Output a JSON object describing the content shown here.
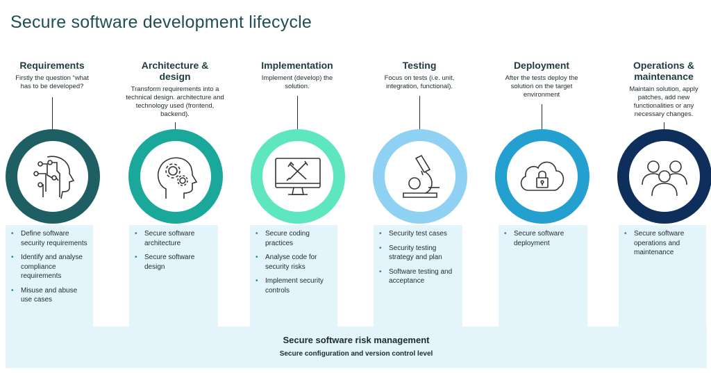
{
  "title": "Secure software development lifecycle",
  "stages": [
    {
      "name": "Requirements",
      "description": "Firstly the question “what has to be developed?",
      "ring_color": "#1e5f63",
      "dot_color": "#2fb3a8",
      "icon": "ai-head-icon",
      "items": [
        "Define software security requirements",
        "Identify and analyse compliance requirements",
        "Misuse and abuse use cases"
      ]
    },
    {
      "name": "Architecture & design",
      "description": "Transform requirements into a technical design. architecture and technology used (frontend, backend).",
      "ring_color": "#1aa89b",
      "dot_color": "#1aa89b",
      "icon": "head-gears-icon",
      "items": [
        "Secure software architecture",
        "Secure software design"
      ]
    },
    {
      "name": "Implementation",
      "description": "Implement (develop) the solution.",
      "ring_color": "#5ee6bf",
      "dot_color": "#1f2a2e",
      "icon": "monitor-tools-icon",
      "items": [
        "Secure coding practices",
        "Analyse code for security risks",
        "Implement security controls"
      ]
    },
    {
      "name": "Testing",
      "description": "Focus on tests (i.e. unit, integration, functional).",
      "ring_color": "#8fd1f2",
      "dot_color": "#1aa89b",
      "icon": "microscope-icon",
      "items": [
        "Security test cases",
        "Security testing strategy and plan",
        "Software testing and acceptance"
      ]
    },
    {
      "name": "Deployment",
      "description": "After the tests deploy the solution on the target environment",
      "ring_color": "#239fd0",
      "dot_color": "#1aa89b",
      "icon": "cloud-lock-icon",
      "items": [
        "Secure software deployment"
      ]
    },
    {
      "name": "Operations & maintenance",
      "description": "Maintain solution, apply patches, add new functionalities or any necessary changes.",
      "ring_color": "#0e2e5c",
      "dot_color": "#1aa89b",
      "icon": "people-group-icon",
      "items": [
        "Secure software operations and maintenance"
      ]
    }
  ],
  "bottom": {
    "title": "Secure software risk management",
    "subtitle": "Secure configuration and version control level"
  }
}
